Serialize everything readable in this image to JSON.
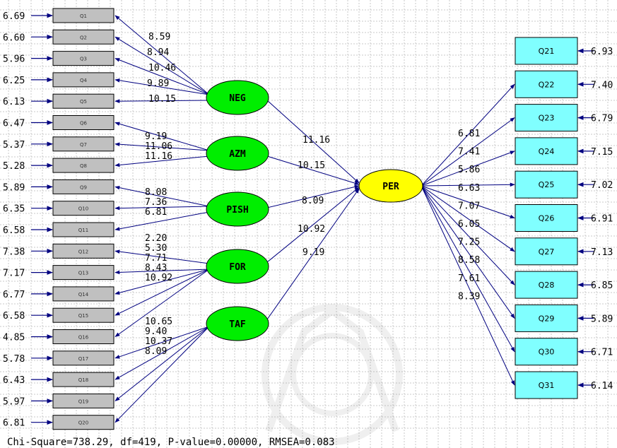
{
  "footer": "Chi-Square=738.29, df=419, P-value=0.00000, RMSEA=0.083",
  "colors": {
    "left_box": "#c0c0c0",
    "right_box": "#80ffff",
    "latent_exogenous": "#00ee00",
    "latent_endogenous": "#ffff00",
    "arrow": "#000080",
    "grid": "#c8c8c8"
  },
  "left_indicators": [
    {
      "label": "Q1",
      "error": "6.69"
    },
    {
      "label": "Q2",
      "error": "6.60"
    },
    {
      "label": "Q3",
      "error": "5.96"
    },
    {
      "label": "Q4",
      "error": "6.25"
    },
    {
      "label": "Q5",
      "error": "6.13"
    },
    {
      "label": "Q6",
      "error": "6.47"
    },
    {
      "label": "Q7",
      "error": "5.37"
    },
    {
      "label": "Q8",
      "error": "5.28"
    },
    {
      "label": "Q9",
      "error": "5.89"
    },
    {
      "label": "Q10",
      "error": "6.35"
    },
    {
      "label": "Q11",
      "error": "6.58"
    },
    {
      "label": "Q12",
      "error": "7.38"
    },
    {
      "label": "Q13",
      "error": "7.17"
    },
    {
      "label": "Q14",
      "error": "6.77"
    },
    {
      "label": "Q15",
      "error": "6.58"
    },
    {
      "label": "Q16",
      "error": "4.85"
    },
    {
      "label": "Q17",
      "error": "5.78"
    },
    {
      "label": "Q18",
      "error": "6.43"
    },
    {
      "label": "Q19",
      "error": "5.97"
    },
    {
      "label": "Q20",
      "error": "6.81"
    }
  ],
  "latents": [
    {
      "label": "NEG",
      "loadings": [
        "8.59",
        "8.94",
        "10.46",
        "9.89",
        "10.15"
      ],
      "indicators": [
        1,
        2,
        3,
        4,
        5
      ],
      "path": "11.16"
    },
    {
      "label": "AZM",
      "loadings": [
        "9.19",
        "11.06",
        "11.16"
      ],
      "indicators": [
        6,
        7,
        8
      ],
      "path": "10.15"
    },
    {
      "label": "PISH",
      "loadings": [
        "8.08",
        "7.36",
        "6.81"
      ],
      "indicators": [
        9,
        10,
        11
      ],
      "path": "8.09"
    },
    {
      "label": "FOR",
      "loadings": [
        "2.20",
        "5.30",
        "7.71",
        "8.43",
        "10.92"
      ],
      "indicators": [
        12,
        13,
        14,
        15,
        16
      ],
      "path": "10.92"
    },
    {
      "label": "TAF",
      "loadings": [
        "10.65",
        "9.40",
        "10.37",
        "8.09"
      ],
      "indicators": [
        17,
        18,
        19,
        20
      ],
      "path": "9.19"
    }
  ],
  "endogenous": {
    "label": "PER"
  },
  "right_indicators": [
    {
      "label": "Q21",
      "loading": "",
      "error": "6.93"
    },
    {
      "label": "Q22",
      "loading": "6.81",
      "error": "7.40"
    },
    {
      "label": "Q23",
      "loading": "7.41",
      "error": "6.79"
    },
    {
      "label": "Q24",
      "loading": "5.86",
      "error": "7.15"
    },
    {
      "label": "Q25",
      "loading": "6.63",
      "error": "7.02"
    },
    {
      "label": "Q26",
      "loading": "7.07",
      "error": "6.91"
    },
    {
      "label": "Q27",
      "loading": "6.05",
      "error": "7.13"
    },
    {
      "label": "Q28",
      "loading": "7.25",
      "error": "6.85"
    },
    {
      "label": "Q29",
      "loading": "8.58",
      "error": "5.89"
    },
    {
      "label": "Q30",
      "loading": "7.61",
      "error": "6.71"
    },
    {
      "label": "Q31",
      "loading": "8.39",
      "error": "6.14"
    }
  ]
}
